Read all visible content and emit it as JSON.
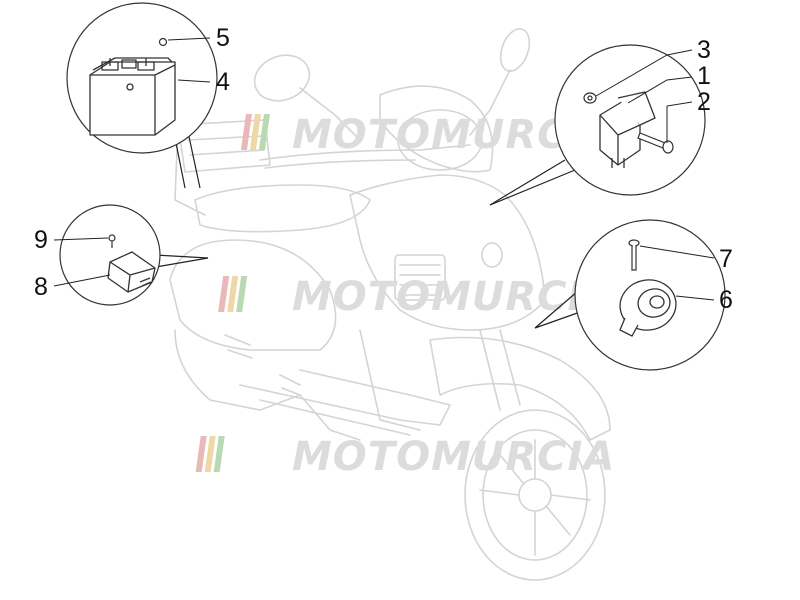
{
  "diagram": {
    "callouts": [
      {
        "id": "1",
        "label": "1"
      },
      {
        "id": "2",
        "label": "2"
      },
      {
        "id": "3",
        "label": "3"
      },
      {
        "id": "4",
        "label": "4"
      },
      {
        "id": "5",
        "label": "5"
      },
      {
        "id": "6",
        "label": "6"
      },
      {
        "id": "7",
        "label": "7"
      },
      {
        "id": "8",
        "label": "8"
      },
      {
        "id": "9",
        "label": "9"
      }
    ],
    "watermark": {
      "text": "MOTOMURCIA",
      "stripe_colors": [
        "#e9b8b8",
        "#eed9a6",
        "#b9d9b3"
      ],
      "text_color": "#dcdcdc"
    },
    "colors": {
      "scooter_outline": "#d4d4d4",
      "part_line": "#333333",
      "callout_line": "#222222"
    }
  }
}
